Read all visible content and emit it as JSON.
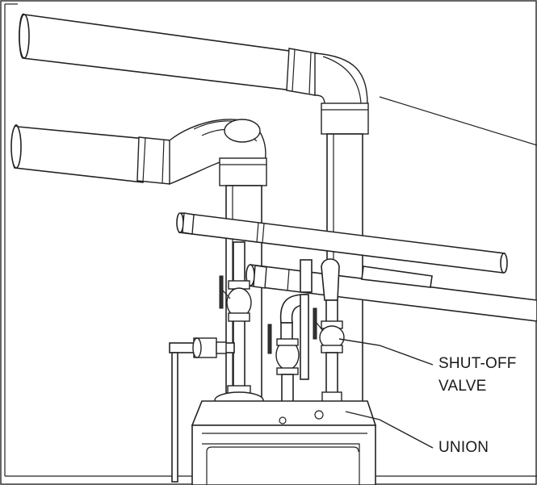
{
  "labels": {
    "shutoff_line1": "SHUT-OFF",
    "shutoff_line2": "VALVE",
    "union": "UNION"
  },
  "colors": {
    "line": "#222222",
    "background": "#ffffff"
  }
}
